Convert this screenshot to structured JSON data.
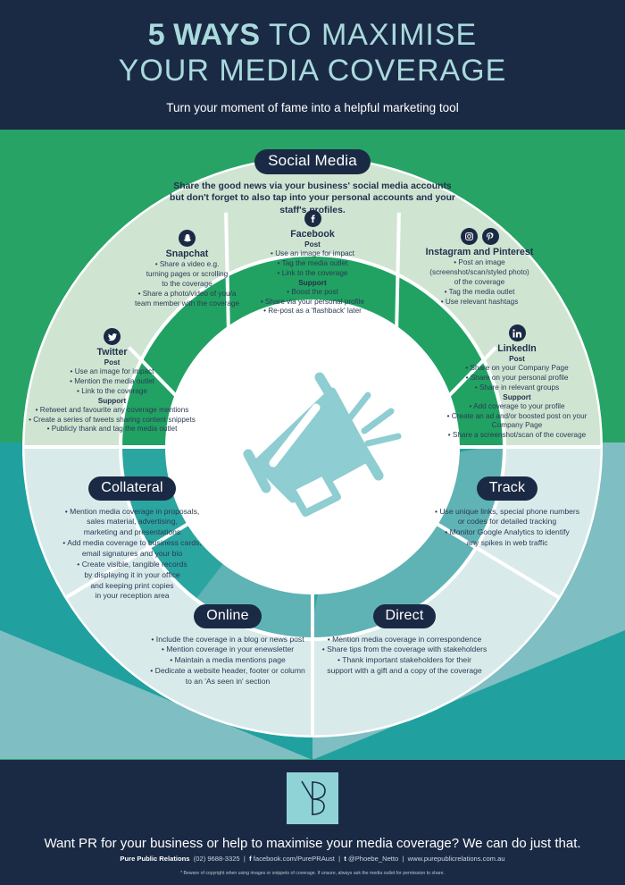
{
  "header": {
    "title_bold": "5 WAYS",
    "title_rest": " TO MAXIMISE",
    "title_line2": "YOUR MEDIA COVERAGE",
    "subtitle": "Turn your moment of fame into a helpful marketing tool"
  },
  "colors": {
    "navy": "#1b2a44",
    "pale_blue_title": "#a9dadd",
    "green": "#27a365",
    "green_ring": "#21a263",
    "teal": "#21a0a0",
    "teal_light": "#7fbec2",
    "seg_green_light": "#cfe5d2",
    "seg_teal_light": "#d6e8e8",
    "megaphone": "#8ecdd2"
  },
  "wheel": {
    "social_media": {
      "label": "Social Media",
      "intro": "Share the good news via your business' social media accounts but don't forget to also tap into your personal accounts and your staff's profiles.",
      "channels": [
        {
          "name": "Snapchat",
          "icon": "snapchat-icon",
          "lines": [
            "• Share a video e.g.",
            "turning pages or scrolling",
            "to the coverage",
            "• Share a photo/video of you/a",
            "team member with the coverage"
          ]
        },
        {
          "name": "Facebook",
          "icon": "facebook-icon",
          "post_heading": "Post",
          "post_lines": [
            "• Use an image for impact",
            "• Tag the media outlet",
            "• Link to the coverage"
          ],
          "support_heading": "Support",
          "support_lines": [
            "• Boost the post",
            "• Share via your personal profile",
            "• Re-post as a 'flashback' later"
          ]
        },
        {
          "name": "Instagram and Pinterest",
          "icon": "instagram-icon",
          "icon2": "pinterest-icon",
          "lines": [
            "• Post an image",
            "(screenshot/scan/styled photo)",
            "of the coverage",
            "• Tag the media outlet",
            "• Use relevant hashtags"
          ]
        },
        {
          "name": "Twitter",
          "icon": "twitter-icon",
          "post_heading": "Post",
          "post_lines": [
            "• Use an image for impact",
            "• Mention the media outlet",
            "• Link to the coverage"
          ],
          "support_heading": "Support",
          "support_lines": [
            "• Retweet and favourite any coverage mentions",
            "• Create a series of tweets sharing content snippets",
            "• Publicly thank and tag the media outlet"
          ]
        },
        {
          "name": "LinkedIn",
          "icon": "linkedin-icon",
          "post_heading": "Post",
          "post_lines": [
            "• Share on your Company Page",
            "• Share on your personal profile",
            "• Share in relevant groups"
          ],
          "support_heading": "Support",
          "support_lines": [
            "• Add coverage to your profile",
            "• Create an ad and/or boosted post on your",
            "Company Page",
            "• Share a screenshot/scan of the coverage"
          ]
        }
      ]
    },
    "collateral": {
      "label": "Collateral",
      "lines": [
        "• Mention media coverage in proposals,",
        "sales material, advertising,",
        "marketing and presentations",
        "• Add media coverage to business cards,",
        "email signatures and your bio",
        "• Create visible, tangible records",
        "by displaying it in your office",
        "and keeping print copies",
        "in your reception area"
      ]
    },
    "track": {
      "label": "Track",
      "lines": [
        "• Use unique links, special phone numbers",
        "or codes for detailed tracking",
        "• Monitor Google Analytics to identify",
        "any spikes in web traffic"
      ]
    },
    "online": {
      "label": "Online",
      "lines": [
        "• Include the coverage in a blog or news post",
        "• Mention coverage in your enewsletter",
        "• Maintain a media mentions page",
        "• Dedicate a website header, footer or column",
        "to an 'As seen in' section"
      ]
    },
    "direct": {
      "label": "Direct",
      "lines": [
        "• Mention media coverage in correspondence",
        "• Share tips from the coverage with stakeholders",
        "• Thank important stakeholders for their",
        "support with a gift and a copy of the coverage"
      ]
    },
    "center_icon": "megaphone-icon"
  },
  "footer": {
    "logo": "pure-public-relations-logo",
    "cta": "Want PR for your business or help to maximise your media coverage? We can do just that.",
    "company": "Pure Public Relations",
    "phone": "(02) 9688-3325",
    "facebook": "facebook.com/PurePRAust",
    "twitter": "@Phoebe_Netto",
    "website": "www.purepublicrelations.com.au",
    "disclaimer": "* Beware of copyright when using images or snippets of coverage. If unsure, always ask the media outlet for permission to share."
  }
}
